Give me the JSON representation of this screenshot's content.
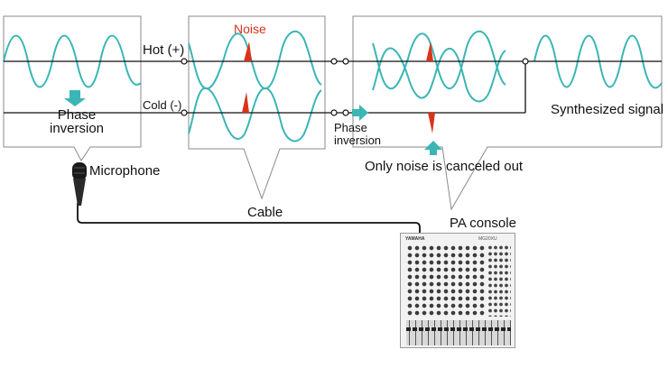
{
  "labels": {
    "hot": "Hot (+)",
    "cold": "Cold (-)",
    "noise": "Noise",
    "phase_inversion_1": "Phase\ninversion",
    "phase_inversion_2": "Phase\ninversion",
    "microphone": "Microphone",
    "cable": "Cable",
    "pa_console": "PA console",
    "synthesized": "Synthesized signal",
    "noise_canceled": "Only noise is canceled out"
  },
  "mixer": {
    "brand": "YAMAHA",
    "model": "MG20XU"
  },
  "colors": {
    "wave": "#3bb5b5",
    "noise": "#d9341b",
    "arrow": "#3bb5b5",
    "line": "#111111",
    "box_border": "#8a8a8a"
  }
}
